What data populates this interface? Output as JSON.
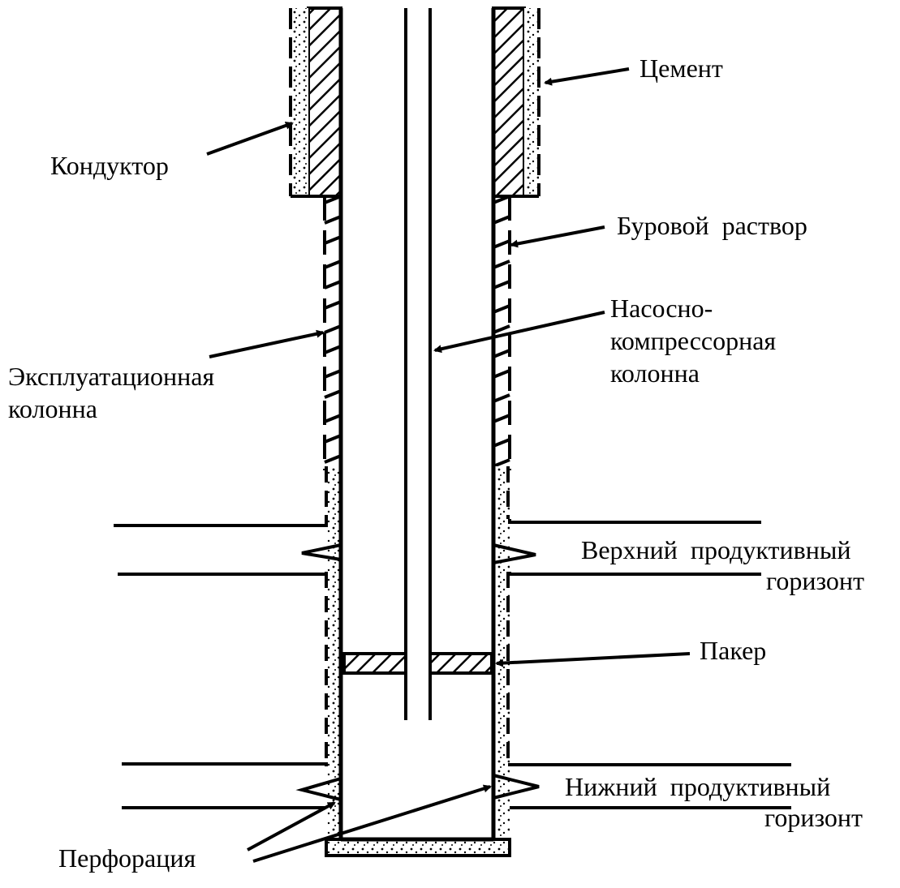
{
  "labels": {
    "cement": "Цемент",
    "conductor": "Кондуктор",
    "drilling_mud": "Буровой раствор",
    "tubing_line1": "Насосно-",
    "tubing_line2": "компрессорная",
    "tubing_line3": "колонна",
    "production_casing_line1": "Эксплуатационная",
    "production_casing_line2": "колонна",
    "upper_zone_line1": "Верхний продуктивный",
    "upper_zone_line2": "горизонт",
    "packer": "Пакер",
    "lower_zone_line1": "Нижний продуктивный",
    "lower_zone_line2": "горизонт",
    "perforation": "Перфорация"
  }
}
